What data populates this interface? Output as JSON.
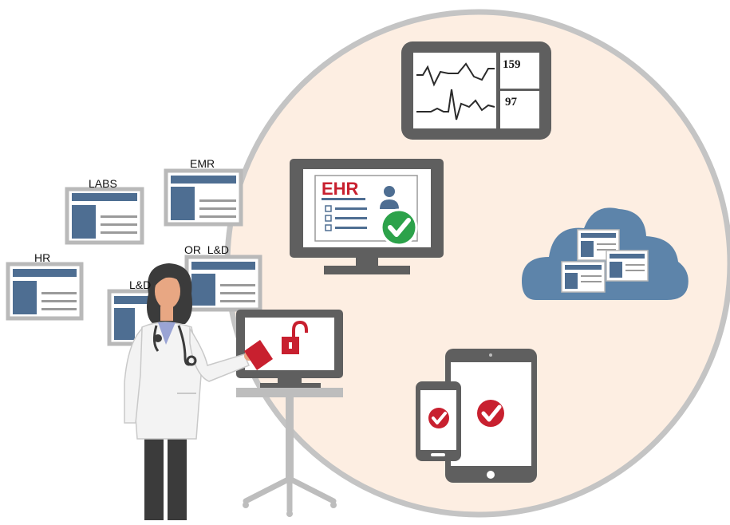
{
  "colors": {
    "circle_fill": "#fdeee2",
    "circle_stroke": "#c4c4c4",
    "device_dark": "#5f5f5f",
    "device_light": "#bdbdbd",
    "doc_blue": "#4e6e92",
    "doc_frame": "#b9b9b9",
    "accent_red": "#c8202f",
    "check_green": "#2ca24a",
    "cloud_blue": "#5d84aa"
  },
  "monitor_vitals": {
    "heart_rate": "159",
    "spo2": "97"
  },
  "ehr_screen": {
    "title": "EHR"
  },
  "app_cards": [
    {
      "label": "LABS"
    },
    {
      "label": "EMR"
    },
    {
      "label": "HR"
    },
    {
      "label": "L&D"
    },
    {
      "label": "OR  L&D"
    }
  ],
  "icons": {
    "monitor": "vital-signs-monitor-icon",
    "ehr": "ehr-desktop-icon",
    "cloud": "cloud-documents-icon",
    "mobile": "mobile-devices-icon",
    "kiosk": "workstation-unlock-icon",
    "clinician": "clinician-figure-icon",
    "badge": "id-badge-icon"
  }
}
